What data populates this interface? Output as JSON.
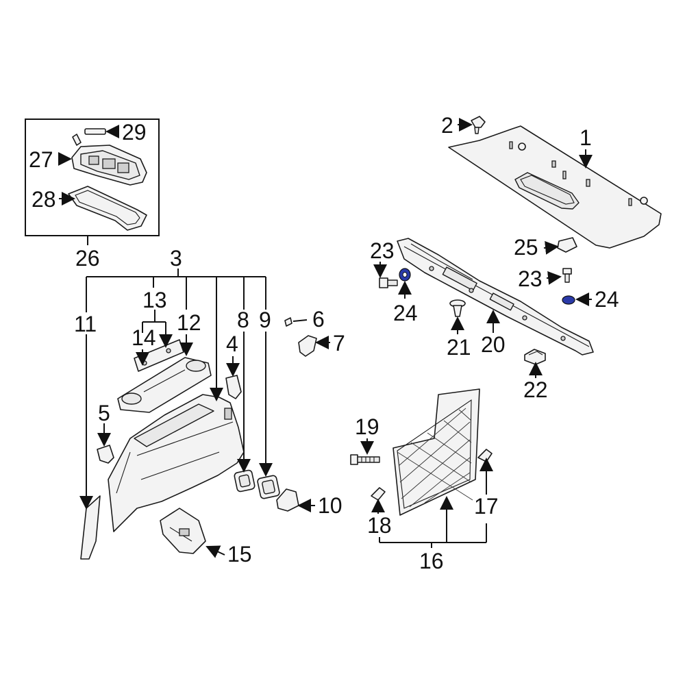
{
  "callouts": {
    "c1": "1",
    "c2": "2",
    "c3": "3",
    "c4": "4",
    "c5": "5",
    "c6": "6",
    "c7": "7",
    "c8": "8",
    "c9": "9",
    "c10": "10",
    "c11": "11",
    "c12": "12",
    "c13": "13",
    "c14": "14",
    "c15": "15",
    "c16": "16",
    "c17": "17",
    "c18": "18",
    "c19": "19",
    "c20": "20",
    "c21": "21",
    "c22": "22",
    "c23a": "23",
    "c23b": "23",
    "c24a": "24",
    "c24b": "24",
    "c25": "25",
    "c26": "26",
    "c27": "27",
    "c28": "28",
    "c29": "29"
  },
  "colors": {
    "line": "#111111",
    "part_fill": "#f3f3f3",
    "bushing": "#2a3aa8"
  }
}
